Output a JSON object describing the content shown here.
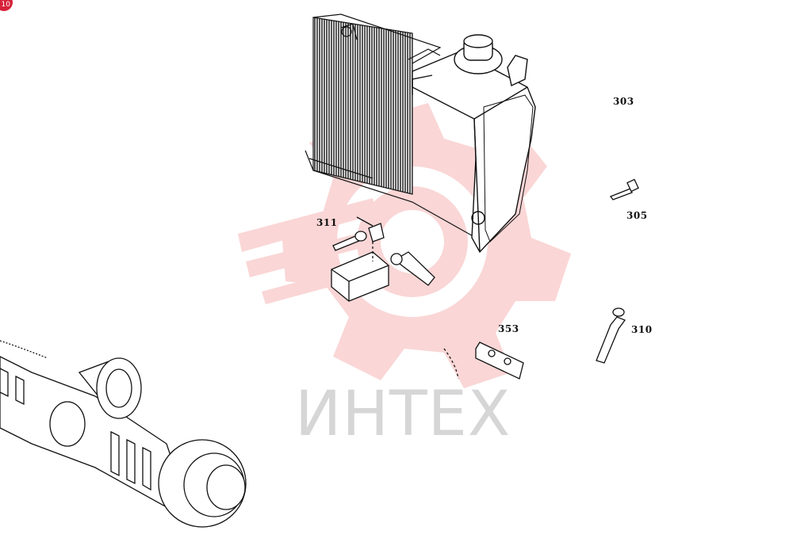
{
  "badge": {
    "text": "10"
  },
  "watermark": {
    "text": "ИНТЕХ",
    "color": "#f4a0a0"
  },
  "callouts": [
    {
      "id": "303",
      "text": "303"
    },
    {
      "id": "305",
      "text": "305"
    },
    {
      "id": "311",
      "text": "311"
    },
    {
      "id": "353",
      "text": "353"
    },
    {
      "id": "310",
      "text": "310"
    }
  ]
}
